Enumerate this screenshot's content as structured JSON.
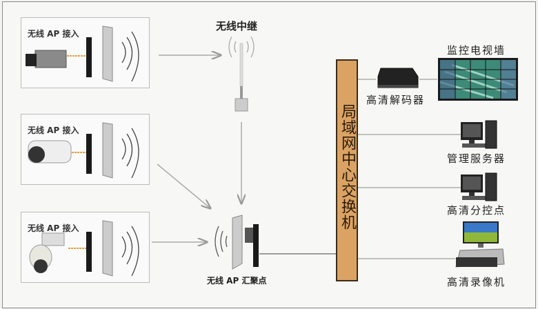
{
  "access_points": [
    {
      "label": "无线 AP 接入",
      "camera": "box-camera"
    },
    {
      "label": "无线 AP 接入",
      "camera": "bullet-camera"
    },
    {
      "label": "无线 AP 接入",
      "camera": "dome-ptz-camera"
    }
  ],
  "repeater": {
    "label": "无线中继"
  },
  "aggregator": {
    "label": "无线 AP 汇聚点"
  },
  "switch": {
    "label": "局域网中心交换机",
    "color": "#dba363"
  },
  "devices": {
    "decoder": "高清解码器",
    "video_wall": "监控电视墙",
    "server": "管理服务器",
    "sub_control": "高清分控点",
    "recorder": "高清录像机"
  }
}
